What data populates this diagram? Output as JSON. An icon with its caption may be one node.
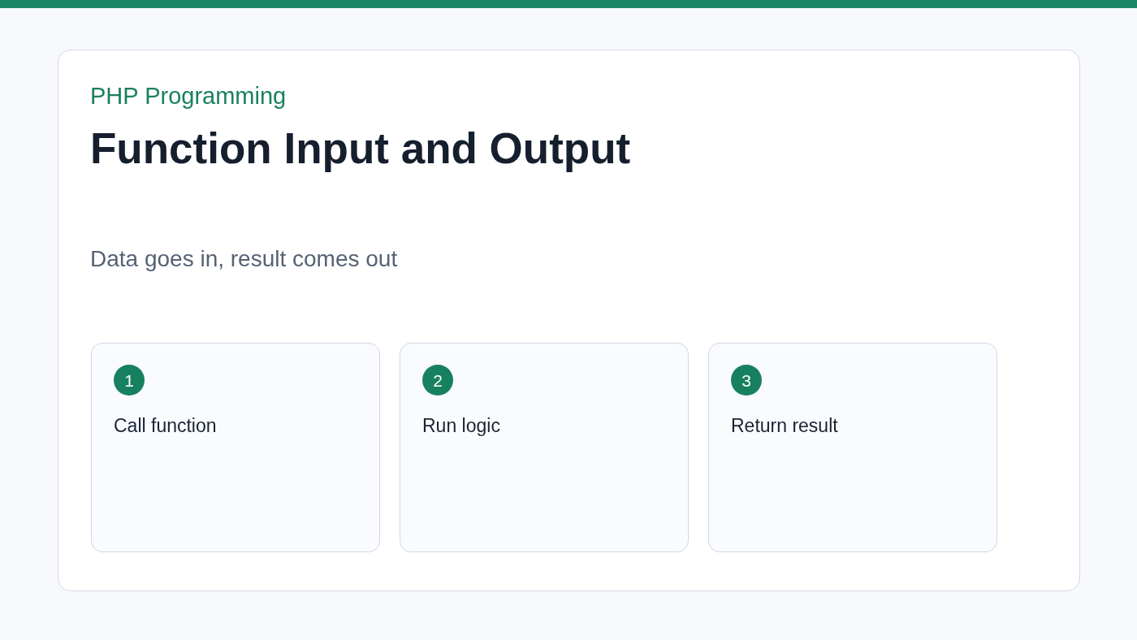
{
  "diagram": {
    "title": "Function Input and Output",
    "nodes": [
      {
        "text": [
          "Call function"
        ]
      },
      {
        "text": [
          "1"
        ],
        "in": 0
      },
      {
        "text": [
          "Run logic"
        ]
      },
      {
        "text": [
          "2"
        ],
        "in": 2
      },
      {
        "text": [
          "Return result"
        ]
      },
      {
        "text": [
          "3"
        ],
        "in": 4
      }
    ],
    "labels": [
      "PHP Programming",
      "Data goes in, result comes out"
    ]
  }
}
